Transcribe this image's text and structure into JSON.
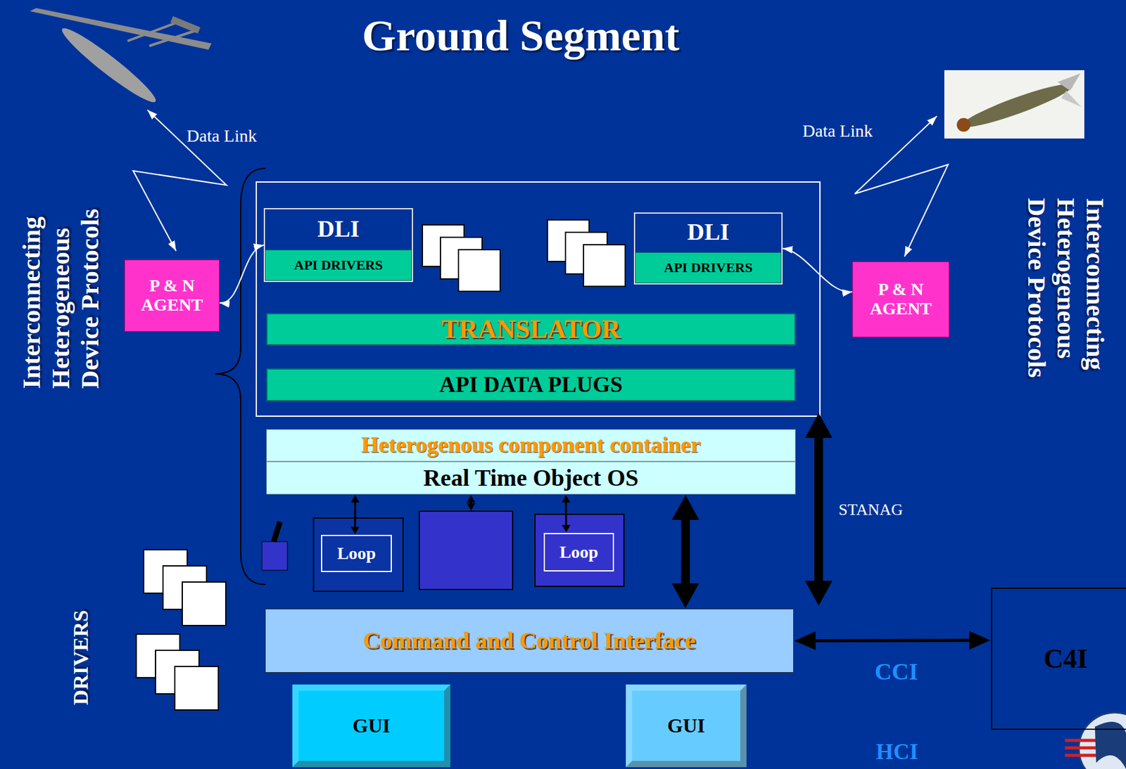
{
  "diagram": {
    "title": "Ground Segment",
    "nodes": [
      {
        "text": [
          "DLI"
        ]
      },
      {
        "text": [
          "API DRIVERS"
        ],
        "in": 0
      },
      {
        "text": [
          "DLI"
        ]
      },
      {
        "text": [
          "API DRIVERS"
        ],
        "in": 2
      },
      {
        "text": [
          "P & N AGENT"
        ]
      },
      {
        "text": [
          "P & N AGENT"
        ]
      },
      {
        "text": [
          "TRANSLATOR"
        ]
      },
      {
        "text": [
          "API DATA PLUGS"
        ]
      },
      {
        "text": [
          "Heterogenous component container"
        ]
      },
      {
        "text": [
          "Real Time Object OS"
        ]
      },
      {
        "text": [
          "Loop"
        ]
      },
      {
        "text": [
          "Loop"
        ]
      },
      {
        "text": [
          "Command and Control Interface"
        ]
      },
      {
        "text": [
          "C4I"
        ]
      },
      {
        "text": [
          "GUI"
        ]
      },
      {
        "text": [
          "GUI"
        ]
      }
    ],
    "edges": [
      {
        "from": 0,
        "to": 4,
        "arrow": "both"
      },
      {
        "from": 2,
        "to": 5,
        "arrow": "both"
      },
      {
        "from": 9,
        "to": 12,
        "arrow": "both"
      },
      {
        "from": 12,
        "to": 13,
        "arrow": "both"
      },
      {
        "from": 9,
        "to": 10,
        "arrow": "both"
      },
      {
        "from": 9,
        "to": 11,
        "arrow": "both"
      }
    ],
    "labels": [
      "Data Link",
      "Data Link",
      "Interconnecting Heterogeneous Device Protocols",
      "Interconnecting Heterogeneous Device Protocols",
      "STANAG",
      "DRIVERS",
      "CCI",
      "HCI"
    ]
  }
}
